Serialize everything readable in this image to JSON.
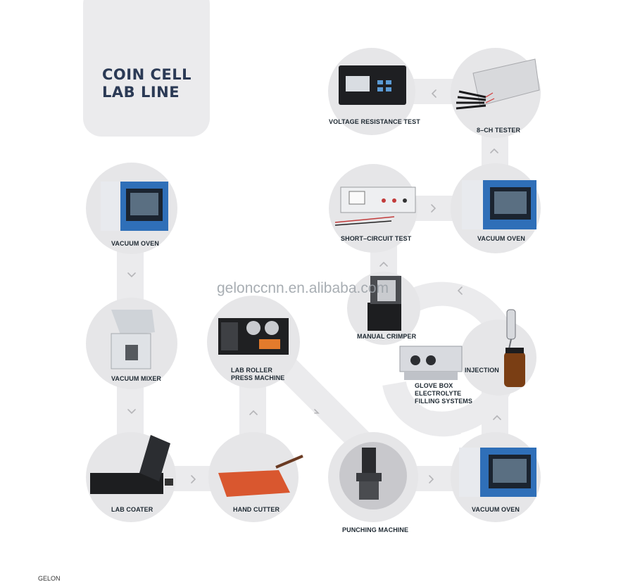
{
  "title": {
    "line1": "COIN CELL",
    "line2": "LAB LINE"
  },
  "watermark": "gelonccnn.en.alibaba.com",
  "footer": "GELON",
  "nodes": {
    "voltage_resistance_test": "VOLTAGE RESISTANCE TEST",
    "tester_8ch": "8–CH TESTER",
    "vacuum_oven_left": "VACUUM OVEN",
    "short_circuit_test": "SHORT–CIRCUIT TEST",
    "vacuum_oven_right_top": "VACUUM OVEN",
    "manual_crimper": "MANUAL CRIMPER",
    "vacuum_mixer": "VACUUM MIXER",
    "lab_roller": {
      "line1": "LAB ROLLER",
      "line2": "PRESS MACHINE"
    },
    "injection": "INJECTION",
    "glove_box": {
      "line1": "GLOVE BOX",
      "line2": "ELECTROLYTE",
      "line3": "FILLING SYSTEMS"
    },
    "lab_coater": "LAB COATER",
    "hand_cutter": "HAND CUTTER",
    "punching_machine": "PUNCHING MACHINE",
    "vacuum_oven_right_bottom": "VACUUM OVEN"
  },
  "colors": {
    "track": "#ebebed",
    "circle": "#e6e6e8",
    "title": "#2b3a55",
    "arrow": "#b5b5b8",
    "oven_blue": "#2f6fb8",
    "cutter_orange": "#d9572f"
  }
}
